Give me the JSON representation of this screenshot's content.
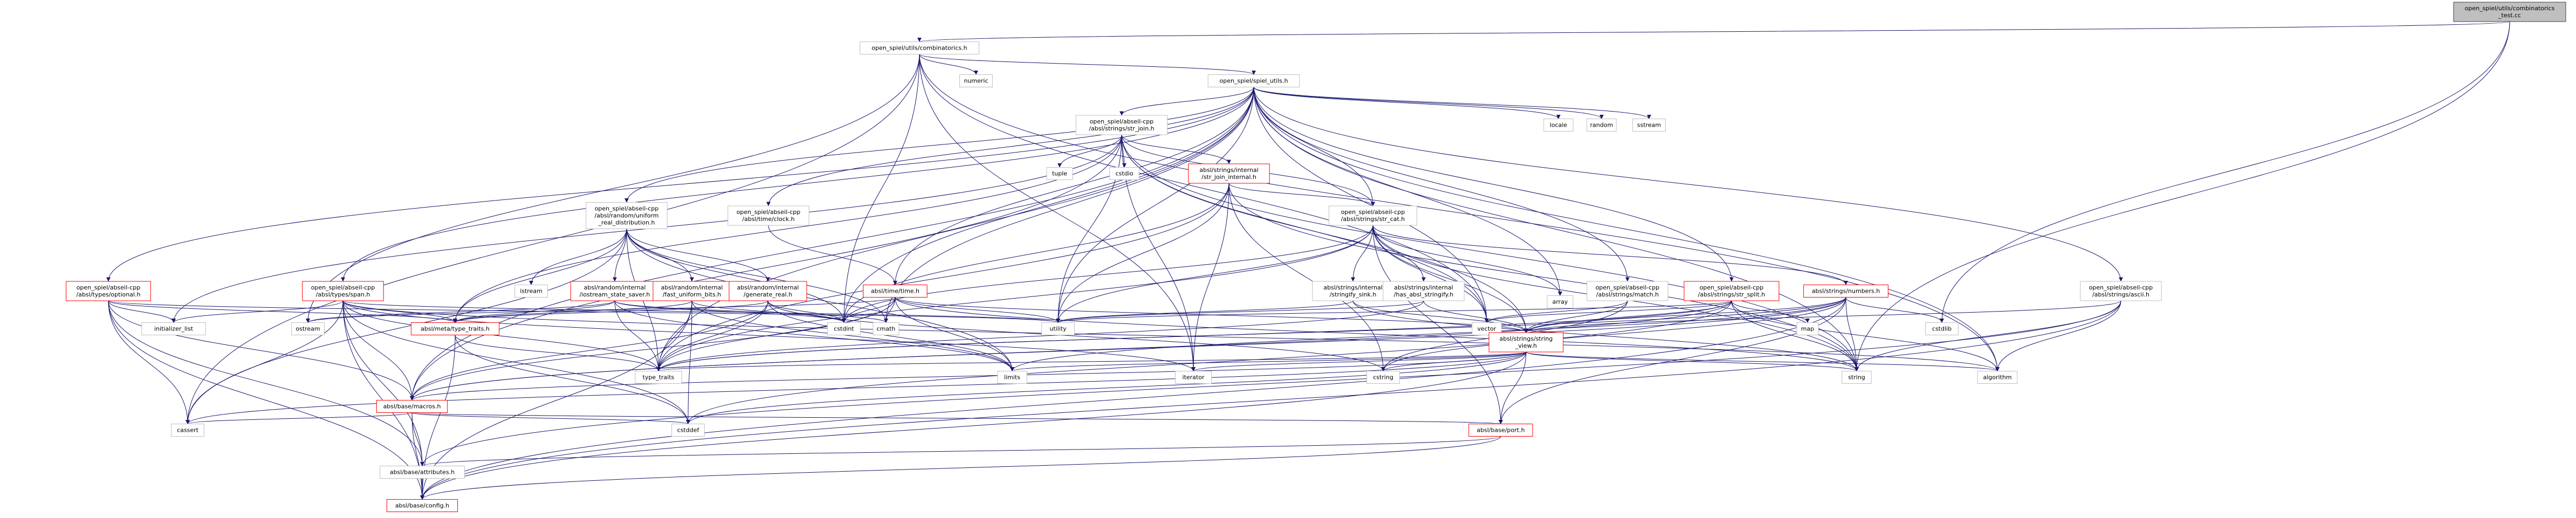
{
  "colors": {
    "edge": "#191970",
    "box_stroke_linked": "#bfbfbf",
    "box_stroke_external": "#bfbfbf",
    "box_stroke_red": "#ff0000",
    "root_fill": "#bfbfbf",
    "box_fill": "#ffffff"
  },
  "nodes": [
    {
      "id": "root",
      "kind": "root",
      "lines": [
        "open_spiel/utils/combinatorics",
        "_test.cc"
      ]
    },
    {
      "id": "comb_h",
      "kind": "linked",
      "lines": [
        "open_spiel/utils/combinatorics.h"
      ]
    },
    {
      "id": "numeric",
      "kind": "external",
      "lines": [
        "numeric"
      ]
    },
    {
      "id": "spiel_utils",
      "kind": "linked",
      "lines": [
        "open_spiel/spiel_utils.h"
      ]
    },
    {
      "id": "str_join",
      "kind": "linked",
      "lines": [
        "open_spiel/abseil-cpp",
        "/absl/strings/str_join.h"
      ]
    },
    {
      "id": "locale",
      "kind": "external",
      "lines": [
        "locale"
      ]
    },
    {
      "id": "random",
      "kind": "external",
      "lines": [
        "random"
      ]
    },
    {
      "id": "sstream",
      "kind": "external",
      "lines": [
        "sstream"
      ]
    },
    {
      "id": "tuple",
      "kind": "external",
      "lines": [
        "tuple"
      ]
    },
    {
      "id": "cstdio",
      "kind": "external",
      "lines": [
        "cstdio"
      ]
    },
    {
      "id": "str_join_internal",
      "kind": "red",
      "lines": [
        "absl/strings/internal",
        "/str_join_internal.h"
      ]
    },
    {
      "id": "uniform_real",
      "kind": "linked",
      "lines": [
        "open_spiel/abseil-cpp",
        "/absl/random/uniform",
        "_real_distribution.h"
      ]
    },
    {
      "id": "clock",
      "kind": "linked",
      "lines": [
        "open_spiel/abseil-cpp",
        "/absl/time/clock.h"
      ]
    },
    {
      "id": "str_cat",
      "kind": "linked",
      "lines": [
        "open_spiel/abseil-cpp",
        "/absl/strings/str_cat.h"
      ]
    },
    {
      "id": "optional",
      "kind": "red",
      "lines": [
        "open_spiel/abseil-cpp",
        "/absl/types/optional.h"
      ]
    },
    {
      "id": "span",
      "kind": "red",
      "lines": [
        "open_spiel/abseil-cpp",
        "/absl/types/span.h"
      ]
    },
    {
      "id": "istream",
      "kind": "external",
      "lines": [
        "istream"
      ]
    },
    {
      "id": "iostream_saver",
      "kind": "red",
      "lines": [
        "absl/random/internal",
        "/iostream_state_saver.h"
      ]
    },
    {
      "id": "fast_uniform",
      "kind": "red",
      "lines": [
        "absl/random/internal",
        "/fast_uniform_bits.h"
      ]
    },
    {
      "id": "generate_real",
      "kind": "red",
      "lines": [
        "absl/random/internal",
        "/generate_real.h"
      ]
    },
    {
      "id": "time_h",
      "kind": "red",
      "lines": [
        "absl/time/time.h"
      ]
    },
    {
      "id": "stringify_sink",
      "kind": "linked",
      "lines": [
        "absl/strings/internal",
        "/stringify_sink.h"
      ]
    },
    {
      "id": "has_stringify",
      "kind": "linked",
      "lines": [
        "absl/strings/internal",
        "/has_absl_stringify.h"
      ]
    },
    {
      "id": "match_h",
      "kind": "linked",
      "lines": [
        "open_spiel/abseil-cpp",
        "/absl/strings/match.h"
      ]
    },
    {
      "id": "str_split",
      "kind": "red",
      "lines": [
        "open_spiel/abseil-cpp",
        "/absl/strings/str_split.h"
      ]
    },
    {
      "id": "numbers",
      "kind": "red",
      "lines": [
        "absl/strings/numbers.h"
      ]
    },
    {
      "id": "ascii",
      "kind": "linked",
      "lines": [
        "open_spiel/abseil-cpp",
        "/absl/strings/ascii.h"
      ]
    },
    {
      "id": "array",
      "kind": "external",
      "lines": [
        "array"
      ]
    },
    {
      "id": "initializer_list",
      "kind": "external",
      "lines": [
        "initializer_list"
      ]
    },
    {
      "id": "ostream",
      "kind": "external",
      "lines": [
        "ostream"
      ]
    },
    {
      "id": "type_traits_meta",
      "kind": "red",
      "lines": [
        "absl/meta/type_traits.h"
      ]
    },
    {
      "id": "cstdint",
      "kind": "external",
      "lines": [
        "cstdint"
      ]
    },
    {
      "id": "cmath",
      "kind": "external",
      "lines": [
        "cmath"
      ]
    },
    {
      "id": "utility",
      "kind": "external",
      "lines": [
        "utility"
      ]
    },
    {
      "id": "vector",
      "kind": "external",
      "lines": [
        "vector"
      ]
    },
    {
      "id": "string_view",
      "kind": "red",
      "lines": [
        "absl/strings/string",
        "_view.h"
      ]
    },
    {
      "id": "map",
      "kind": "external",
      "lines": [
        "map"
      ]
    },
    {
      "id": "cstdlib",
      "kind": "external",
      "lines": [
        "cstdlib"
      ]
    },
    {
      "id": "type_traits",
      "kind": "external",
      "lines": [
        "type_traits"
      ]
    },
    {
      "id": "limits",
      "kind": "external",
      "lines": [
        "limits"
      ]
    },
    {
      "id": "iterator",
      "kind": "external",
      "lines": [
        "iterator"
      ]
    },
    {
      "id": "cstring",
      "kind": "external",
      "lines": [
        "cstring"
      ]
    },
    {
      "id": "string",
      "kind": "external",
      "lines": [
        "string"
      ]
    },
    {
      "id": "algorithm",
      "kind": "external",
      "lines": [
        "algorithm"
      ]
    },
    {
      "id": "macros",
      "kind": "red",
      "lines": [
        "absl/base/macros.h"
      ]
    },
    {
      "id": "cassert",
      "kind": "external",
      "lines": [
        "cassert"
      ]
    },
    {
      "id": "cstddef",
      "kind": "external",
      "lines": [
        "cstddef"
      ]
    },
    {
      "id": "port",
      "kind": "red",
      "lines": [
        "absl/base/port.h"
      ]
    },
    {
      "id": "attributes",
      "kind": "linked",
      "lines": [
        "absl/base/attributes.h"
      ]
    },
    {
      "id": "config",
      "kind": "red",
      "lines": [
        "absl/base/config.h"
      ]
    }
  ],
  "edges": [
    [
      "root",
      "comb_h"
    ],
    [
      "root",
      "cstdlib"
    ],
    [
      "root",
      "string"
    ],
    [
      "comb_h",
      "numeric"
    ],
    [
      "comb_h",
      "spiel_utils"
    ],
    [
      "comb_h",
      "ostream"
    ],
    [
      "comb_h",
      "vector"
    ],
    [
      "comb_h",
      "iterator"
    ],
    [
      "comb_h",
      "cstdint"
    ],
    [
      "comb_h",
      "algorithm"
    ],
    [
      "comb_h",
      "cassert"
    ],
    [
      "spiel_utils",
      "str_join"
    ],
    [
      "spiel_utils",
      "locale"
    ],
    [
      "spiel_utils",
      "random"
    ],
    [
      "spiel_utils",
      "sstream"
    ],
    [
      "spiel_utils",
      "uniform_real"
    ],
    [
      "spiel_utils",
      "clock"
    ],
    [
      "spiel_utils",
      "str_cat"
    ],
    [
      "spiel_utils",
      "optional"
    ],
    [
      "spiel_utils",
      "span"
    ],
    [
      "spiel_utils",
      "time_h"
    ],
    [
      "spiel_utils",
      "match_h"
    ],
    [
      "spiel_utils",
      "str_split"
    ],
    [
      "spiel_utils",
      "ascii"
    ],
    [
      "spiel_utils",
      "array"
    ],
    [
      "spiel_utils",
      "cstdint"
    ],
    [
      "spiel_utils",
      "cmath"
    ],
    [
      "spiel_utils",
      "utility"
    ],
    [
      "spiel_utils",
      "vector"
    ],
    [
      "spiel_utils",
      "type_traits"
    ],
    [
      "spiel_utils",
      "string"
    ],
    [
      "spiel_utils",
      "algorithm"
    ],
    [
      "spiel_utils",
      "macros"
    ],
    [
      "str_join",
      "tuple"
    ],
    [
      "str_join",
      "cstdio"
    ],
    [
      "str_join",
      "str_join_internal"
    ],
    [
      "str_join",
      "str_cat"
    ],
    [
      "str_join",
      "initializer_list"
    ],
    [
      "str_join",
      "utility"
    ],
    [
      "str_join",
      "iterator"
    ],
    [
      "str_join",
      "string_view"
    ],
    [
      "str_join",
      "type_traits_meta"
    ],
    [
      "str_join",
      "string"
    ],
    [
      "str_join",
      "vector"
    ],
    [
      "str_join",
      "macros"
    ],
    [
      "str_join_internal",
      "str_cat"
    ],
    [
      "str_join_internal",
      "cstring"
    ],
    [
      "str_join_internal",
      "utility"
    ],
    [
      "str_join_internal",
      "iterator"
    ],
    [
      "str_join_internal",
      "type_traits"
    ],
    [
      "str_join_internal",
      "string"
    ],
    [
      "str_join_internal",
      "cstdint"
    ],
    [
      "uniform_real",
      "istream"
    ],
    [
      "uniform_real",
      "iostream_saver"
    ],
    [
      "uniform_real",
      "fast_uniform"
    ],
    [
      "uniform_real",
      "generate_real"
    ],
    [
      "uniform_real",
      "cstdint"
    ],
    [
      "uniform_real",
      "cmath"
    ],
    [
      "uniform_real",
      "limits"
    ],
    [
      "uniform_real",
      "type_traits"
    ],
    [
      "uniform_real",
      "type_traits_meta"
    ],
    [
      "uniform_real",
      "cassert"
    ],
    [
      "clock",
      "time_h"
    ],
    [
      "str_cat",
      "stringify_sink"
    ],
    [
      "str_cat",
      "has_stringify"
    ],
    [
      "str_cat",
      "numbers"
    ],
    [
      "str_cat",
      "array"
    ],
    [
      "str_cat",
      "cstdint"
    ],
    [
      "str_cat",
      "string"
    ],
    [
      "str_cat",
      "type_traits"
    ],
    [
      "str_cat",
      "utility"
    ],
    [
      "str_cat",
      "vector"
    ],
    [
      "str_cat",
      "string_view"
    ],
    [
      "str_cat",
      "port"
    ],
    [
      "optional",
      "initializer_list"
    ],
    [
      "optional",
      "type_traits_meta"
    ],
    [
      "optional",
      "utility"
    ],
    [
      "optional",
      "macros"
    ],
    [
      "optional",
      "cassert"
    ],
    [
      "optional",
      "config"
    ],
    [
      "optional",
      "attributes"
    ],
    [
      "span",
      "initializer_list"
    ],
    [
      "span",
      "iterator"
    ],
    [
      "span",
      "cstddef"
    ],
    [
      "span",
      "type_traits"
    ],
    [
      "span",
      "algorithm"
    ],
    [
      "span",
      "type_traits_meta"
    ],
    [
      "span",
      "macros"
    ],
    [
      "span",
      "utility"
    ],
    [
      "span",
      "cassert"
    ],
    [
      "span",
      "attributes"
    ],
    [
      "span",
      "config"
    ],
    [
      "iostream_saver",
      "ostream"
    ],
    [
      "iostream_saver",
      "limits"
    ],
    [
      "iostream_saver",
      "type_traits"
    ],
    [
      "iostream_saver",
      "cstdint"
    ],
    [
      "iostream_saver",
      "cmath"
    ],
    [
      "iostream_saver",
      "type_traits_meta"
    ],
    [
      "fast_uniform",
      "cstddef"
    ],
    [
      "fast_uniform",
      "cstdint"
    ],
    [
      "fast_uniform",
      "limits"
    ],
    [
      "fast_uniform",
      "type_traits"
    ],
    [
      "fast_uniform",
      "type_traits_meta"
    ],
    [
      "fast_uniform",
      "config"
    ],
    [
      "generate_real",
      "cstdint"
    ],
    [
      "generate_real",
      "cstring"
    ],
    [
      "generate_real",
      "limits"
    ],
    [
      "generate_real",
      "type_traits"
    ],
    [
      "generate_real",
      "type_traits_meta"
    ],
    [
      "generate_real",
      "macros"
    ],
    [
      "time_h",
      "cmath"
    ],
    [
      "time_h",
      "cstdint"
    ],
    [
      "time_h",
      "limits"
    ],
    [
      "time_h",
      "string"
    ],
    [
      "time_h",
      "type_traits"
    ],
    [
      "time_h",
      "utility"
    ],
    [
      "time_h",
      "ostream"
    ],
    [
      "time_h",
      "string_view"
    ],
    [
      "time_h",
      "macros"
    ],
    [
      "stringify_sink",
      "string"
    ],
    [
      "stringify_sink",
      "string_view"
    ],
    [
      "stringify_sink",
      "utility"
    ],
    [
      "has_stringify",
      "utility"
    ],
    [
      "has_stringify",
      "type_traits"
    ],
    [
      "has_stringify",
      "string_view"
    ],
    [
      "match_h",
      "cstring"
    ],
    [
      "match_h",
      "string_view"
    ],
    [
      "match_h",
      "vector"
    ],
    [
      "str_split",
      "map"
    ],
    [
      "str_split",
      "algorithm"
    ],
    [
      "str_split",
      "cstddef"
    ],
    [
      "str_split",
      "string"
    ],
    [
      "str_split",
      "type_traits"
    ],
    [
      "str_split",
      "utility"
    ],
    [
      "str_split",
      "vector"
    ],
    [
      "str_split",
      "string_view"
    ],
    [
      "str_split",
      "macros"
    ],
    [
      "numbers",
      "cstdlib"
    ],
    [
      "numbers",
      "cstring"
    ],
    [
      "numbers",
      "limits"
    ],
    [
      "numbers",
      "string"
    ],
    [
      "numbers",
      "type_traits"
    ],
    [
      "numbers",
      "string_view"
    ],
    [
      "numbers",
      "port"
    ],
    [
      "numbers",
      "macros"
    ],
    [
      "numbers",
      "config"
    ],
    [
      "ascii",
      "algorithm"
    ],
    [
      "ascii",
      "string"
    ],
    [
      "ascii",
      "string_view"
    ],
    [
      "ascii",
      "attributes"
    ],
    [
      "ascii",
      "config"
    ],
    [
      "type_traits_meta",
      "cstddef"
    ],
    [
      "type_traits_meta",
      "type_traits"
    ],
    [
      "type_traits_meta",
      "config"
    ],
    [
      "string_view",
      "algorithm"
    ],
    [
      "string_view",
      "cassert"
    ],
    [
      "string_view",
      "cstddef"
    ],
    [
      "string_view",
      "cstring"
    ],
    [
      "string_view",
      "iterator"
    ],
    [
      "string_view",
      "limits"
    ],
    [
      "string_view",
      "string"
    ],
    [
      "string_view",
      "type_traits"
    ],
    [
      "string_view",
      "port"
    ],
    [
      "string_view",
      "macros"
    ],
    [
      "string_view",
      "config"
    ],
    [
      "macros",
      "cassert"
    ],
    [
      "macros",
      "cstddef"
    ],
    [
      "macros",
      "attributes"
    ],
    [
      "macros",
      "port"
    ],
    [
      "macros",
      "config"
    ],
    [
      "port",
      "attributes"
    ],
    [
      "port",
      "config"
    ],
    [
      "attributes",
      "config"
    ]
  ]
}
